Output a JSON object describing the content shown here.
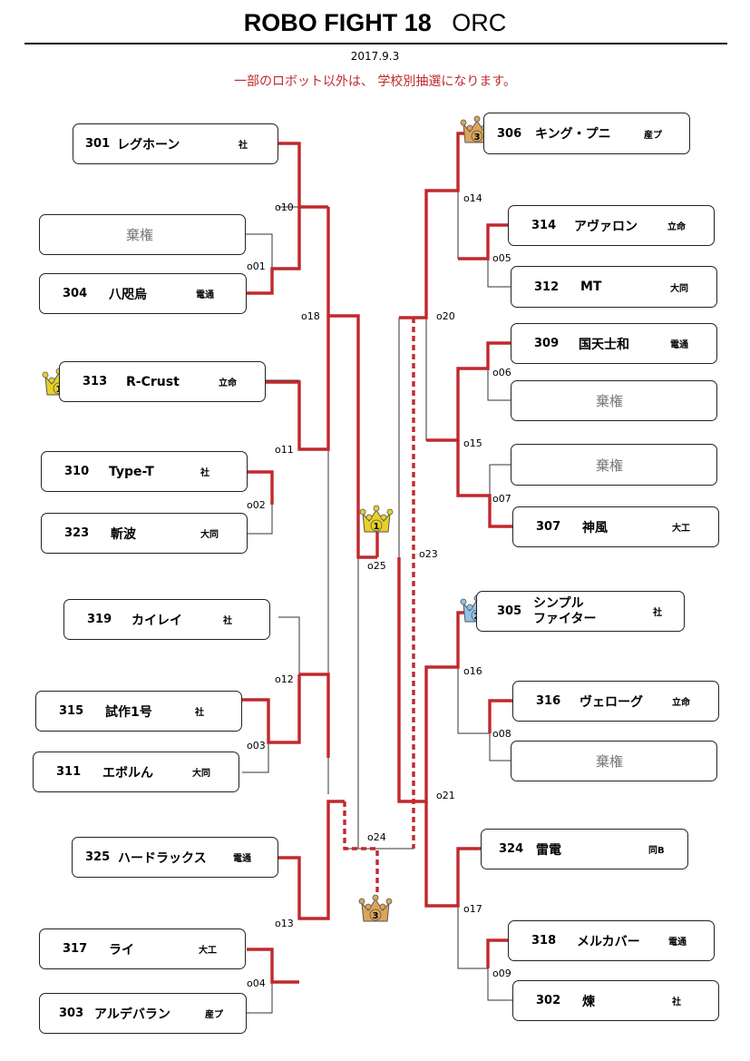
{
  "header": {
    "event_title": "ROBO FIGHT 18",
    "event_sub": "ORC",
    "date": "2017.9.3",
    "notice": "一部のロボット以外は、 学校別抽選になります。"
  },
  "forfeit_label": "棄権",
  "entries": {
    "e301": {
      "num": "301",
      "name": "レグホーン",
      "school": "社"
    },
    "e304": {
      "num": "304",
      "name": "八咫烏",
      "school": "電通"
    },
    "e313": {
      "num": "313",
      "name": "R-Crust",
      "school": "立命"
    },
    "e310": {
      "num": "310",
      "name": "Type-T",
      "school": "社"
    },
    "e323": {
      "num": "323",
      "name": "斬波",
      "school": "大同"
    },
    "e319": {
      "num": "319",
      "name": "カイレイ",
      "school": "社"
    },
    "e315": {
      "num": "315",
      "name": "試作1号",
      "school": "社"
    },
    "e311": {
      "num": "311",
      "name": "エボルん",
      "school": "大同"
    },
    "e325": {
      "num": "325",
      "name": "ハードラックス",
      "school": "電通"
    },
    "e317": {
      "num": "317",
      "name": "ライ",
      "school": "大工"
    },
    "e303": {
      "num": "303",
      "name": "アルデバラン",
      "school": "産プ"
    },
    "e306": {
      "num": "306",
      "name": "キング・プニ",
      "school": "産プ"
    },
    "e314": {
      "num": "314",
      "name": "アヴァロン",
      "school": "立命"
    },
    "e312": {
      "num": "312",
      "name": "MT",
      "school": "大同"
    },
    "e309": {
      "num": "309",
      "name": "国天士和",
      "school": "電通"
    },
    "e307": {
      "num": "307",
      "name": "神風",
      "school": "大工"
    },
    "e305": {
      "num": "305",
      "name_line1": "シンプル",
      "name_line2": "ファイター",
      "school": "社"
    },
    "e316": {
      "num": "316",
      "name": "ヴェローグ",
      "school": "立命"
    },
    "e324": {
      "num": "324",
      "name": "雷電",
      "school": "同B"
    },
    "e318": {
      "num": "318",
      "name": "メルカバー",
      "school": "電通"
    },
    "e302": {
      "num": "302",
      "name": "煉",
      "school": "社"
    }
  },
  "matches": {
    "o01": "o01",
    "o02": "o02",
    "o03": "o03",
    "o04": "o04",
    "o05": "o05",
    "o06": "o06",
    "o07": "o07",
    "o08": "o08",
    "o09": "o09",
    "o10": "o10",
    "o11": "o11",
    "o12": "o12",
    "o13": "o13",
    "o14": "o14",
    "o15": "o15",
    "o16": "o16",
    "o17": "o17",
    "o18": "o18",
    "o20": "o20",
    "o21": "o21",
    "o23": "o23",
    "o24": "o24",
    "o25": "o25"
  },
  "crowns": {
    "first_313": {
      "rank": "1",
      "color": "#e8d02a"
    },
    "first_final": {
      "rank": "1",
      "color": "#e8d02a"
    },
    "second_305": {
      "rank": "2",
      "color": "#8fc4e8"
    },
    "third_306": {
      "rank": "3",
      "color": "#dca55a"
    },
    "third_bottom": {
      "rank": "3",
      "color": "#dca55a"
    }
  },
  "colors": {
    "winner_line": "#c0282d",
    "bracket_line": "#333333"
  }
}
